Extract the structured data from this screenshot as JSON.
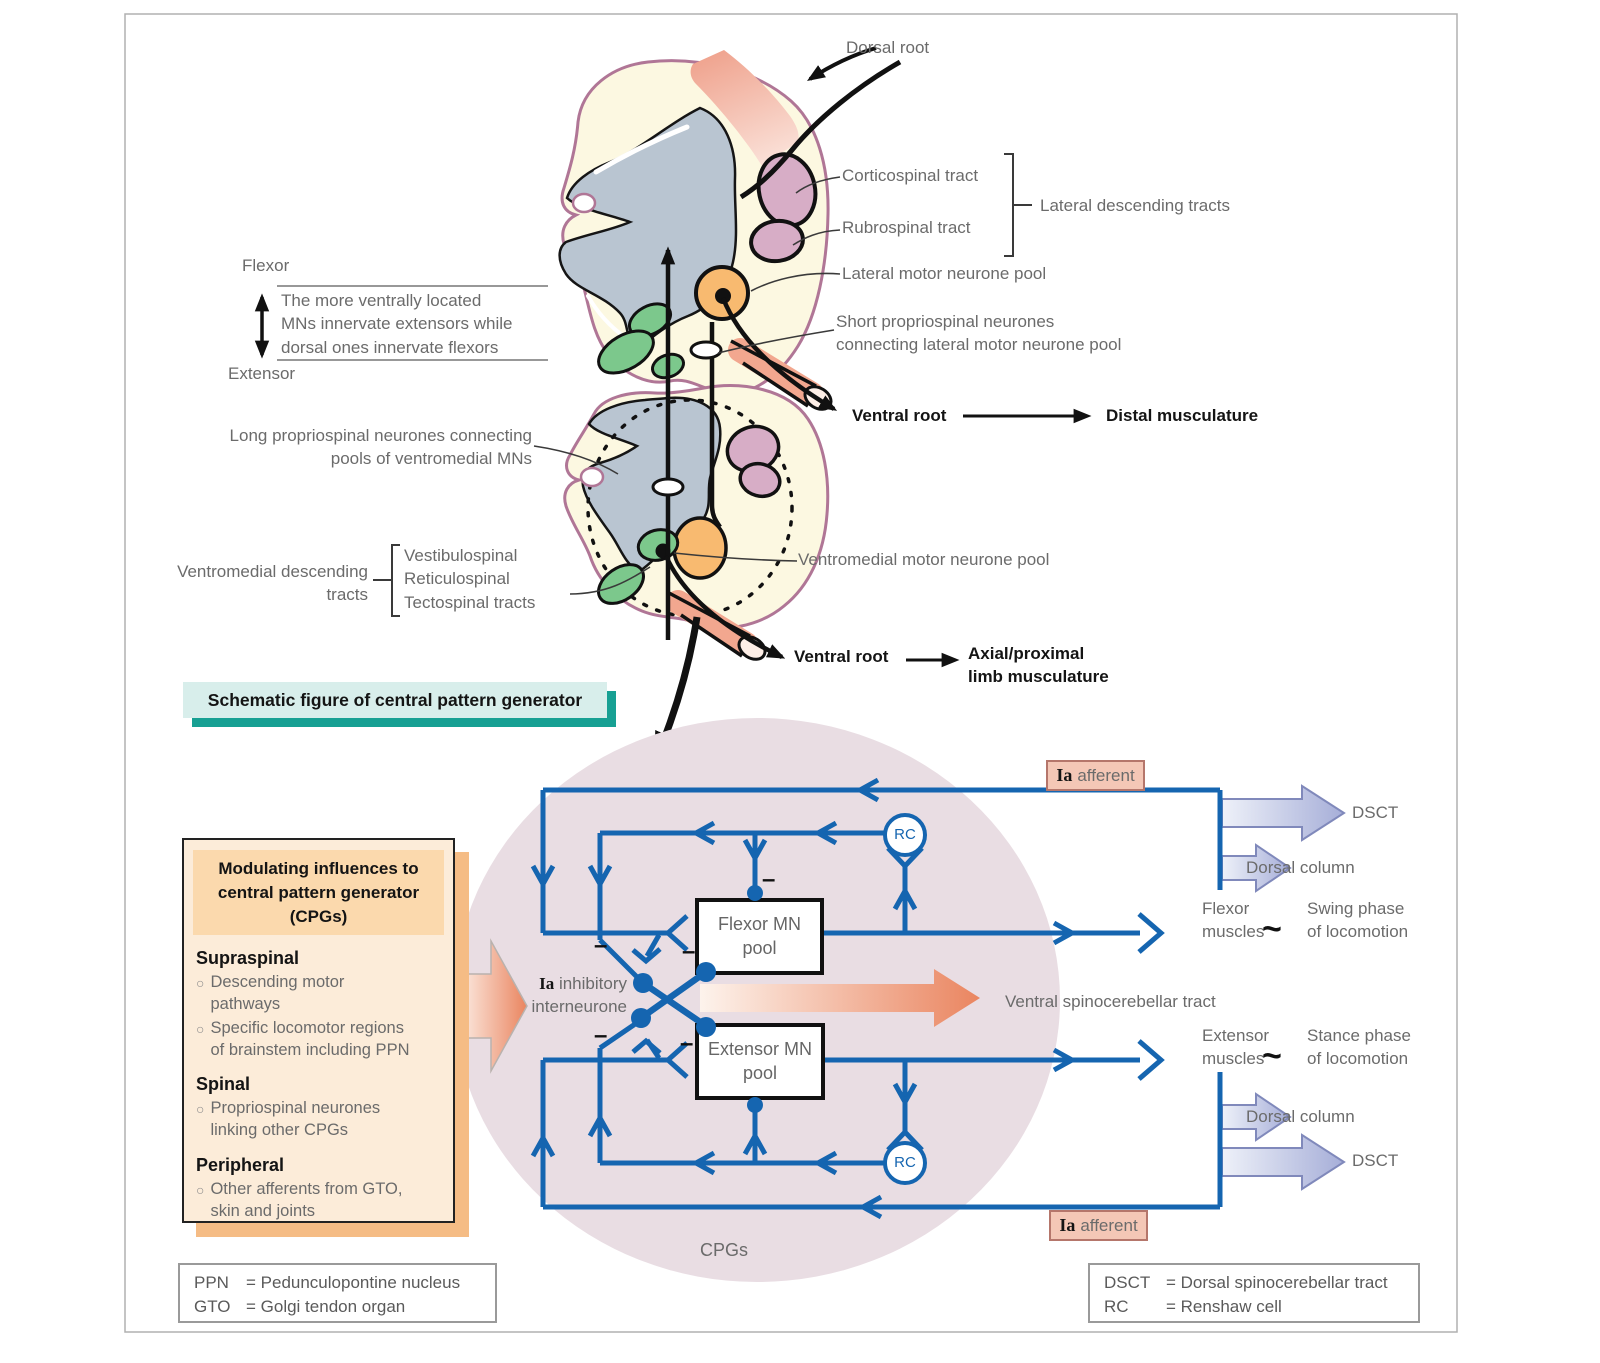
{
  "colors": {
    "circuit_blue": "#1565b0",
    "cpg_background": "#e9dde3",
    "salmon_arrow": "#ea8560",
    "lavender_arrow": "#a6aed8",
    "teal_title": "#17a093",
    "modulating_box_fill": "#fcecd9",
    "modulating_box_shadow": "#f5bc85",
    "ia_afferent_box_fill": "#f4c7b6",
    "cord_outline": "#b07696",
    "grey_matter": "#b9c5d1",
    "tract_oval_pink": "#d7adc6",
    "motor_pool_orange": "#f8ba70",
    "descending_green": "#7cc88c"
  },
  "anatomy": {
    "dorsal_root": "Dorsal root",
    "corticospinal": "Corticospinal tract",
    "rubrospinal": "Rubrospinal tract",
    "lateral_descending": "Lateral descending tracts",
    "lateral_mn_pool": "Lateral motor neurone pool",
    "short_propriospinal_line1": "Short propriospinal neurones",
    "short_propriospinal_line2": "connecting lateral motor neurone pool",
    "ventral_root_upper": "Ventral root",
    "distal_musculature": "Distal musculature",
    "flexor": "Flexor",
    "extensor": "Extensor",
    "mn_note_line1": "The more ventrally located",
    "mn_note_line2": "MNs innervate extensors while",
    "mn_note_line3": "dorsal ones innervate flexors",
    "long_propriospinal_line1": "Long propriospinal neurones connecting",
    "long_propriospinal_line2": "pools of  ventromedial MNs",
    "ventromedial_descending_line1": "Ventromedial descending",
    "ventromedial_descending_line2": "tracts",
    "vestibulospinal": "Vestibulospinal",
    "reticulospinal": "Reticulospinal",
    "tectospinal": "Tectospinal tracts",
    "ventromedial_mn_pool": "Ventromedial motor neurone pool",
    "ventral_root_lower": "Ventral root",
    "axial_line1": "Axial/proximal",
    "axial_line2": "limb musculature"
  },
  "schematic_title": "Schematic figure of central pattern generator",
  "modulating": {
    "title_line1": "Modulating influences to",
    "title_line2": "central pattern generator",
    "title_line3": "(CPGs)",
    "bullet": "○",
    "sections": [
      {
        "heading": "Supraspinal",
        "items": [
          "Descending motor pathways",
          "Specific locomotor regions of brainstem including PPN"
        ]
      },
      {
        "heading": "Spinal",
        "items": [
          "Propriospinal neurones linking other CPGs"
        ]
      },
      {
        "heading": "Peripheral",
        "items": [
          "Other afferents from GTO, skin and joints"
        ]
      }
    ]
  },
  "cpg": {
    "ia": "Ia",
    "afferent": "afferent",
    "inhibitory": "inhibitory",
    "interneurone": "interneurone",
    "dsct": "DSCT",
    "dorsal_column": "Dorsal column",
    "flexor_line1": "Flexor",
    "flexor_line2": "muscles",
    "extensor_line1": "Extensor",
    "extensor_line2": "muscles",
    "swing_line1": "Swing phase",
    "swing_line2": "of locomotion",
    "stance_line1": "Stance phase",
    "stance_line2": "of locomotion",
    "tilde": "~",
    "vsct": "Ventral spinocerebellar tract",
    "flexor_pool_line1": "Flexor MN",
    "flexor_pool_line2": "pool",
    "extensor_pool_line1": "Extensor MN",
    "extensor_pool_line2": "pool",
    "rc": "RC",
    "cpgs": "CPGs",
    "minus": "–"
  },
  "legend_left": {
    "rows": [
      {
        "abbr": "PPN",
        "rest": "= Pedunculopontine nucleus"
      },
      {
        "abbr": "GTO",
        "rest": "= Golgi tendon organ"
      }
    ]
  },
  "legend_right": {
    "rows": [
      {
        "abbr": "DSCT",
        "rest": "= Dorsal spinocerebellar tract"
      },
      {
        "abbr": "RC",
        "rest": "= Renshaw cell"
      }
    ]
  }
}
